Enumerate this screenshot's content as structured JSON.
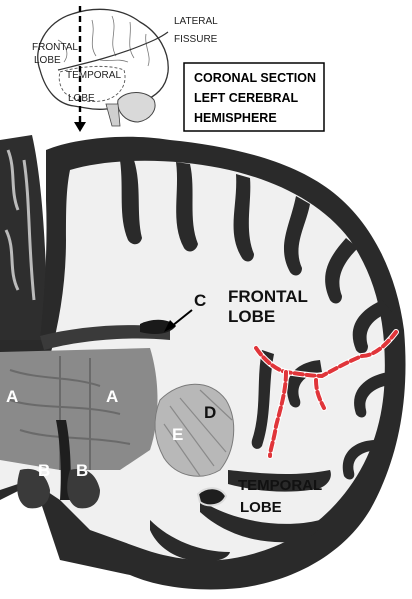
{
  "inset": {
    "frontal_line1": "FRONTAL",
    "frontal_line2": "LOBE",
    "temporal_line1": "TEMPORAL",
    "temporal_line2": "LOBE",
    "fissure_line1": "LATERAL",
    "fissure_line2": "FISSURE"
  },
  "title_box": {
    "line1": "CORONAL SECTION",
    "line2": "LEFT CEREBRAL",
    "line3": "HEMISPHERE"
  },
  "section_labels": {
    "frontal_line1": "FRONTAL",
    "frontal_line2": "LOBE",
    "temporal_line1": "TEMPORAL",
    "temporal_line2": "LOBE",
    "c": "C",
    "d": "D",
    "e": "E",
    "a_left": "A",
    "a_right": "A",
    "b_left": "B",
    "b_right": "B"
  },
  "colors": {
    "cortex": "#2a2a2a",
    "white_matter": "#f2f2f2",
    "dashed_red": "#e0353a"
  }
}
